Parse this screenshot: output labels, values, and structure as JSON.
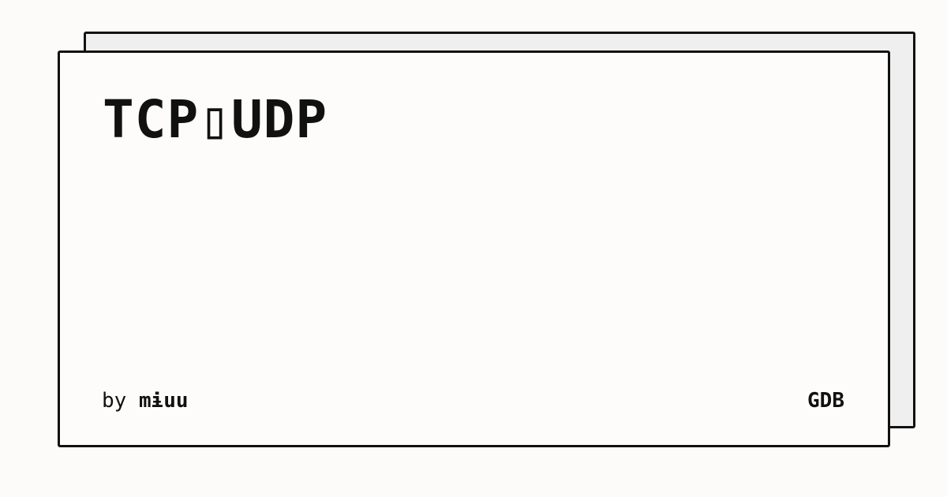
{
  "card": {
    "title": "TCP▯UDP",
    "byline_prefix": "by",
    "author": "mɨuu",
    "site": "GDB"
  },
  "colors": {
    "background": "#fcfbf9",
    "back_card": "#efefef",
    "front_card": "#fdfcfa",
    "ink": "#111111"
  }
}
